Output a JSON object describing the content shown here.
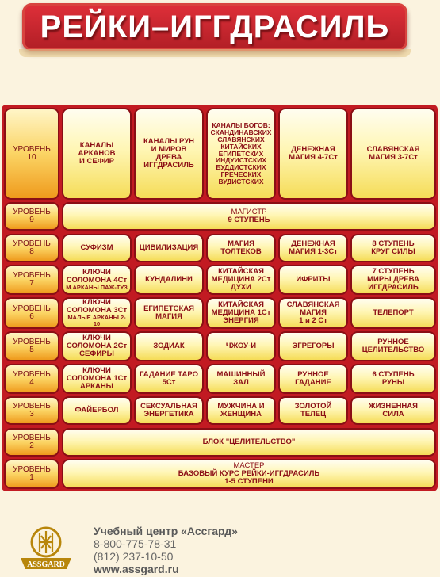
{
  "header": {
    "title": "РЕЙКИ–ИГГДРАСИЛЬ"
  },
  "levels": [
    "УРОВЕНЬ\n10",
    "УРОВЕНЬ\n9",
    "УРОВЕНЬ\n8",
    "УРОВЕНЬ\n7",
    "УРОВЕНЬ\n6",
    "УРОВЕНЬ\n5",
    "УРОВЕНЬ\n4",
    "УРОВЕНЬ\n3",
    "УРОВЕНЬ\n2",
    "УРОВЕНЬ\n1"
  ],
  "rows": {
    "r10": [
      "КАНАЛЫ\nАРКАНОВ\nИ СЕФИР",
      "КАНАЛЫ РУН\nИ МИРОВ\nДРЕВА\nИГГДРАСИЛЬ",
      "КАНАЛЫ БОГОВ:\nСКАНДИНАВСКИХ\nСЛАВЯНСКИХ\nКИТАЙСКИХ\nЕГИПЕТСКИХ\nИНДУИСТСКИХ\nБУДДИСТСКИХ\nГРЕЧЕСКИХ\nВУДИСТСКИХ",
      "ДЕНЕЖНАЯ\nМАГИЯ 4-7Ст",
      "СЛАВЯНСКАЯ\nМАГИЯ 3-7Ст"
    ],
    "r9": {
      "line1": "МАГИСТР",
      "line2": "9 СТУПЕНЬ"
    },
    "r8": [
      "СУФИЗМ",
      "ЦИВИЛИЗАЦИЯ",
      "МАГИЯ\nТОЛТЕКОВ",
      "ДЕНЕЖНАЯ\nМАГИЯ 1-3Ст",
      "8 СТУПЕНЬ\nКРУГ СИЛЫ"
    ],
    "r7": {
      "c1_main": "КЛЮЧИ\nСОЛОМОНА 4Ст",
      "c1_small": "М.АРКАНЫ ПАЖ-ТУЗ",
      "rest": [
        "КУНДАЛИНИ",
        "КИТАЙСКАЯ\nМЕДИЦИНА 2Ст\nДУХИ",
        "ИФРИТЫ",
        "7 СТУПЕНЬ\nМИРЫ ДРЕВА\nИГГДРАСИЛЬ"
      ]
    },
    "r6": {
      "c1_main": "КЛЮЧИ\nСОЛОМОНА 3Ст",
      "c1_small": "МАЛЫЕ АРКАНЫ 2-10",
      "rest": [
        "ЕГИПЕТСКАЯ\nМАГИЯ",
        "КИТАЙСКАЯ\nМЕДИЦИНА 1Ст\nЭНЕРГИЯ",
        "СЛАВЯНСКАЯ\nМАГИЯ\n1 и 2 Ст",
        "ТЕЛЕПОРТ"
      ]
    },
    "r5": [
      "КЛЮЧИ\nСОЛОМОНА 2Ст\nСЕФИРЫ",
      "ЗОДИАК",
      "ЧЖОУ-И",
      "ЭГРЕГОРЫ",
      "РУННОЕ\nЦЕЛИТЕЛЬСТВО"
    ],
    "r4": [
      "КЛЮЧИ\nСОЛОМОНА 1Ст\nАРКАНЫ",
      "ГАДАНИЕ ТАРО\n5Ст",
      "МАШИННЫЙ\nЗАЛ",
      "РУННОЕ\nГАДАНИЕ",
      "6 СТУПЕНЬ\nРУНЫ"
    ],
    "r3": [
      "ФАЙЕРБОЛ",
      "СЕКСУАЛЬНАЯ\nЭНЕРГЕТИКА",
      "МУЖЧИНА И\nЖЕНЩИНА",
      "ЗОЛОТОЙ\nТЕЛЕЦ",
      "ЖИЗНЕННАЯ\nСИЛА"
    ],
    "r2": "БЛОК \"ЦЕЛИТЕЛЬСТВО\"",
    "r1": {
      "line1": "МАСТЕР",
      "line2": "БАЗОВЫЙ КУРС РЕЙКИ-ИГГДРАСИЛЬ\n1-5 СТУПЕНИ"
    }
  },
  "footer": {
    "logo_text": "ASSGARD",
    "name": "Учебный центр «Ассгард»",
    "phone1": "8-800-775-78-31",
    "phone2": "(812) 237-10-50",
    "site": "www.assgard.ru"
  },
  "colors": {
    "red": "#c21a22",
    "yellow": "#fff6b5",
    "orange": "#ef9a1c"
  }
}
